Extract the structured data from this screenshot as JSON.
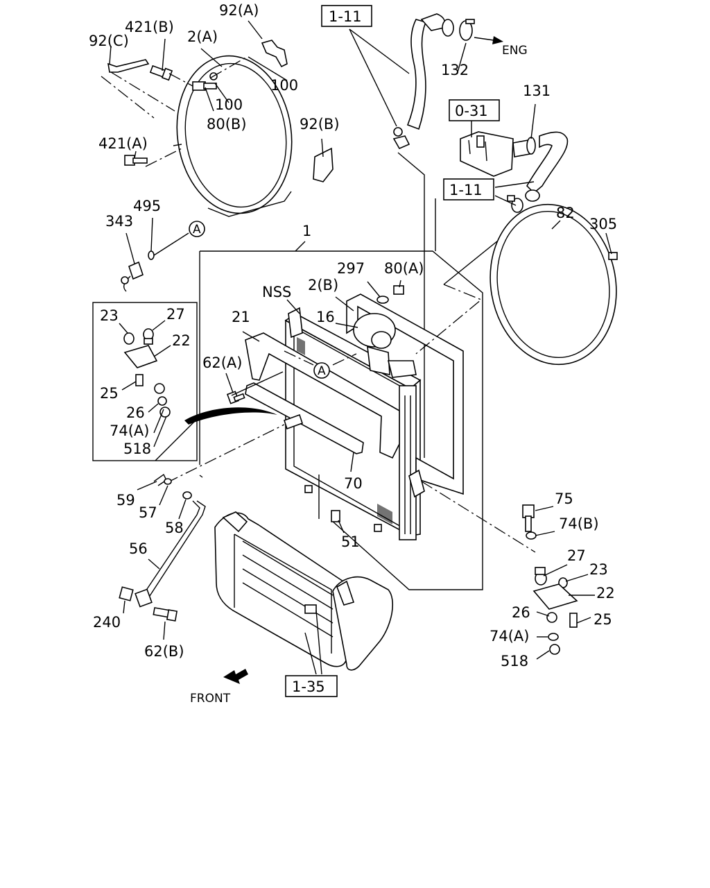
{
  "refs": {
    "r1_11_top": "1-11",
    "r0_31": "0-31",
    "r1_11_mid": "1-11",
    "r1_35": "1-35"
  },
  "labels": {
    "p92a": "92(A)",
    "p421b": "421(B)",
    "p92c": "92(C)",
    "p2a": "2(A)",
    "p100a": "100",
    "p100b": "100",
    "p80b": "80(B)",
    "p92b": "92(B)",
    "p421a": "421(A)",
    "p132": "132",
    "eng": "ENG",
    "p131": "131",
    "p495": "495",
    "p343": "343",
    "calloutA1": "A",
    "p1": "1",
    "p82": "82",
    "p305": "305",
    "p297": "297",
    "p80a": "80(A)",
    "nss": "NSS",
    "p2b": "2(B)",
    "p16": "16",
    "p21": "21",
    "calloutA2": "A",
    "p62a": "62(A)",
    "p70": "70",
    "p51": "51",
    "inset_23": "23",
    "inset_27": "27",
    "inset_22": "22",
    "inset_25": "25",
    "inset_26": "26",
    "inset_74a": "74(A)",
    "inset_518": "518",
    "p59": "59",
    "p57": "57",
    "p58": "58",
    "p56": "56",
    "p240": "240",
    "p62b": "62(B)",
    "p75": "75",
    "p74b": "74(B)",
    "r_27": "27",
    "r_23": "23",
    "r_22": "22",
    "r_26": "26",
    "r_25": "25",
    "r_74a": "74(A)",
    "r_518": "518",
    "front": "FRONT"
  }
}
